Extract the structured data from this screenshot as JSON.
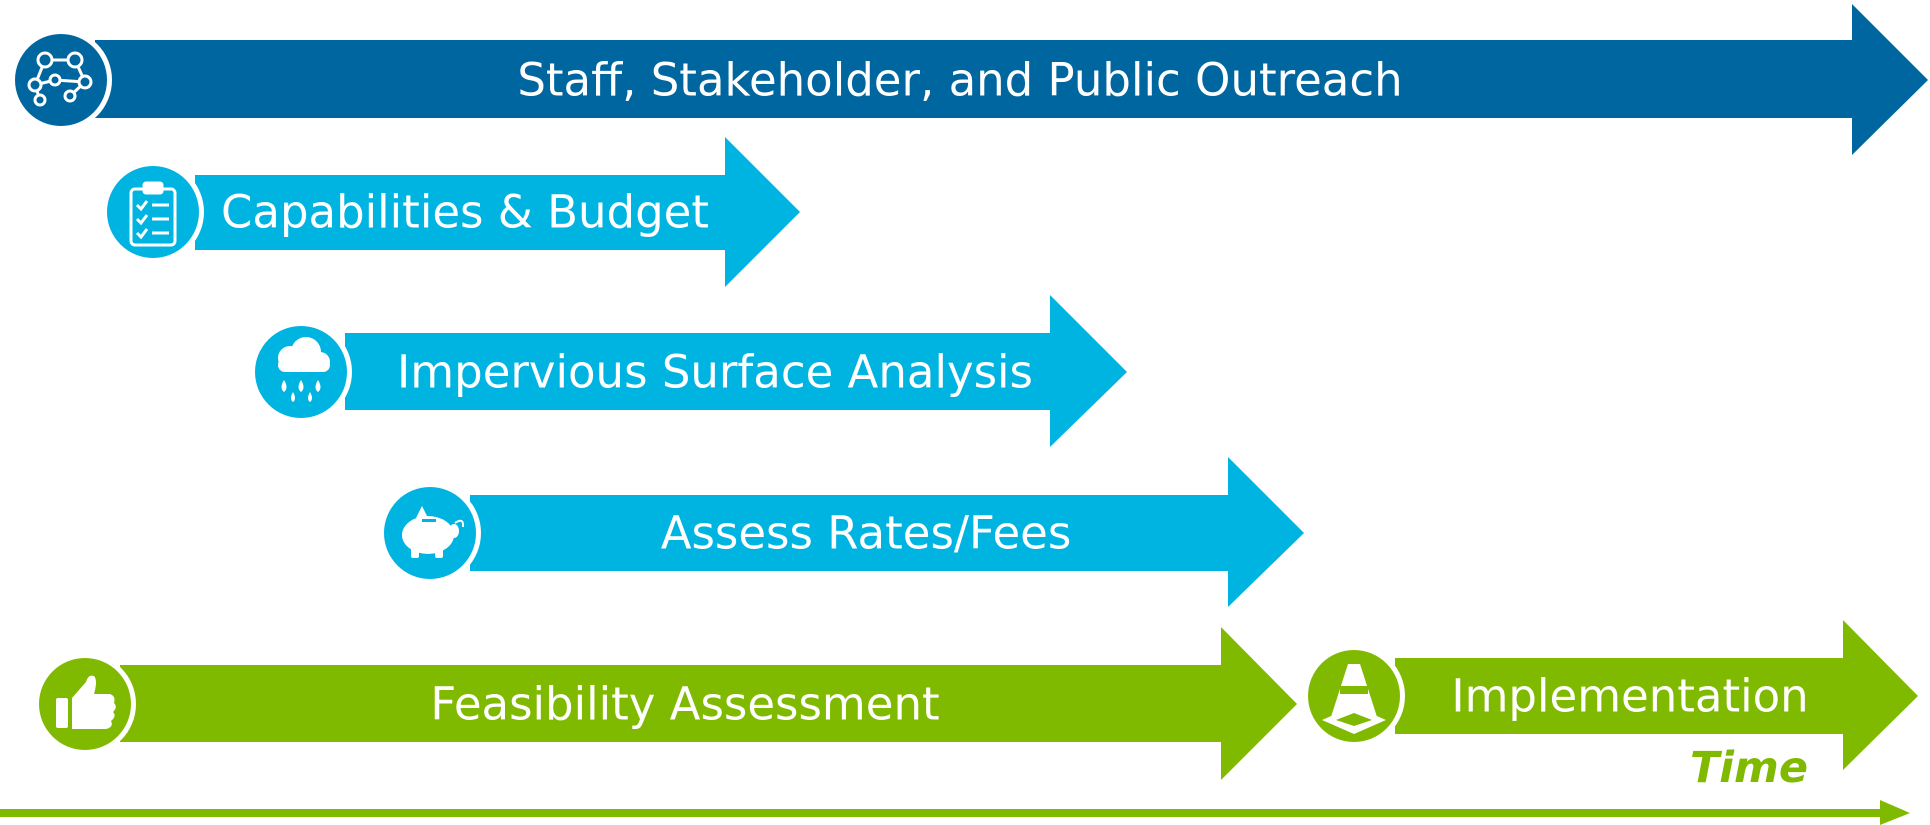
{
  "colors": {
    "dark_blue": "#00669f",
    "light_blue": "#00b4e2",
    "green": "#80ba00",
    "white": "#ffffff"
  },
  "phases": [
    {
      "label": "Staff, Stakeholder, and Public Outreach",
      "icon": "network-people-icon",
      "color": "#00669f"
    },
    {
      "label": "Capabilities & Budget",
      "icon": "clipboard-checklist-icon",
      "color": "#00b4e2"
    },
    {
      "label": "Impervious Surface Analysis",
      "icon": "rain-cloud-icon",
      "color": "#00b4e2"
    },
    {
      "label": "Assess Rates/Fees",
      "icon": "piggy-bank-icon",
      "color": "#00b4e2"
    },
    {
      "label": "Feasibility Assessment",
      "icon": "thumbs-up-icon",
      "color": "#80ba00"
    },
    {
      "label": "Implementation",
      "icon": "traffic-cone-icon",
      "color": "#80ba00"
    }
  ],
  "time_axis": {
    "label": "Time",
    "color": "#80ba00"
  }
}
